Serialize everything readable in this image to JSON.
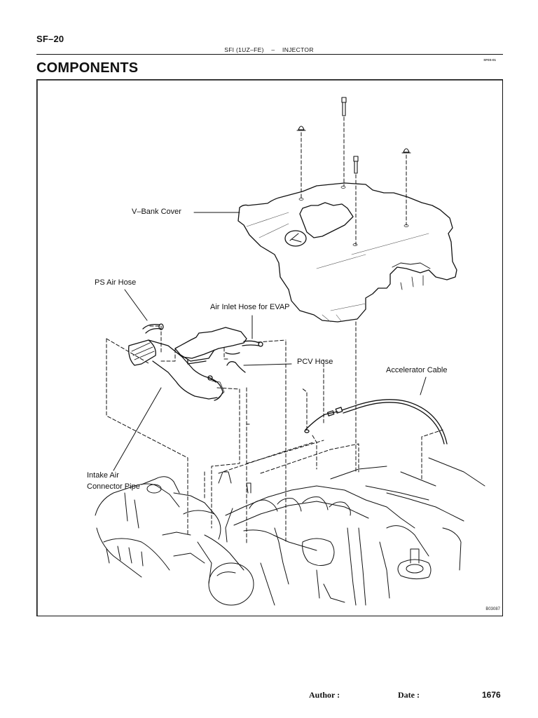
{
  "header": {
    "page_code": "SF–20",
    "running_title": "SFI (1UZ–FE)    –    INJECTOR",
    "doc_code": "SF0S-01"
  },
  "section": {
    "title": "COMPONENTS"
  },
  "figure": {
    "labels": {
      "v_bank_cover": "V–Bank Cover",
      "ps_air_hose": "PS Air Hose",
      "air_inlet_hose": "Air Inlet Hose for EVAP",
      "pcv_hose": "PCV Hose",
      "accelerator_cable": "Accelerator Cable",
      "intake_air_line1": "Intake Air",
      "intake_air_line2": "Connector Pipe"
    },
    "figure_code": "B03087"
  },
  "footer": {
    "author_label": "Author :",
    "date_label": "Date :",
    "page_number": "1676"
  }
}
